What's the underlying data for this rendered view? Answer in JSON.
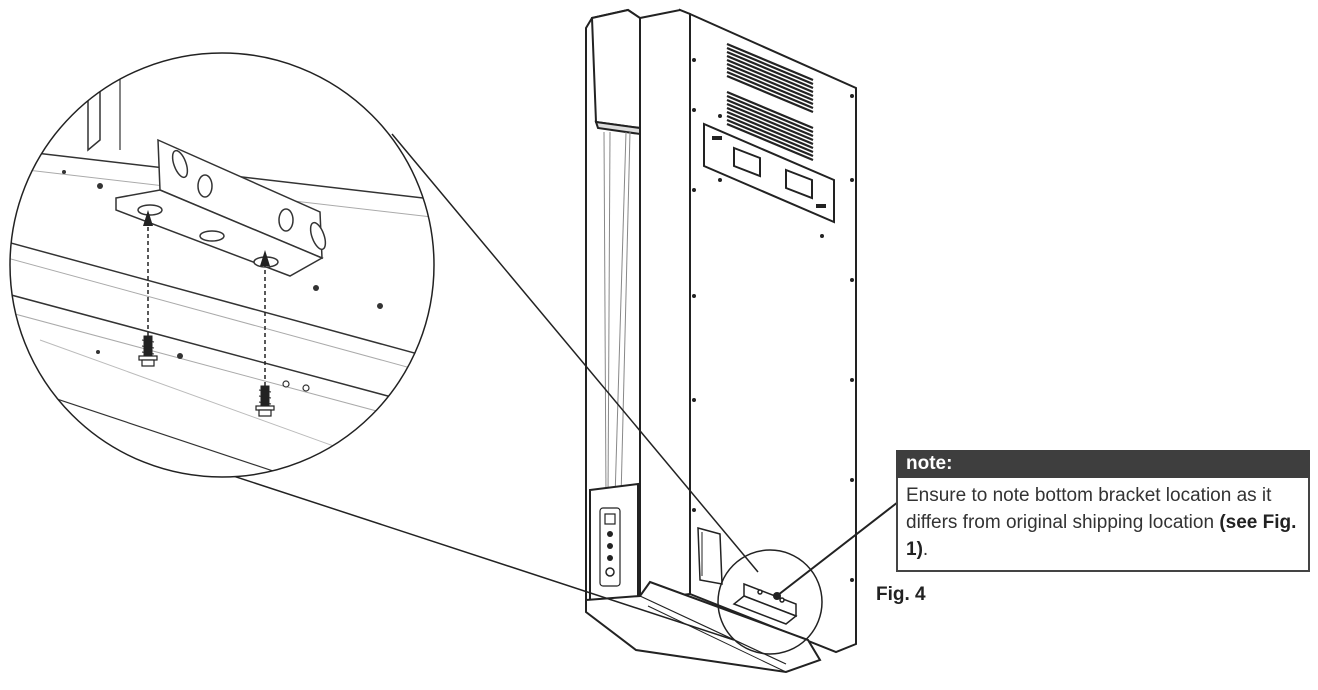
{
  "note": {
    "title": "note:",
    "text_1": "Ensure to note bottom bracket location as it differs from original shipping location ",
    "text_ref": "(see Fig. 1)",
    "text_2": "."
  },
  "figure_label": "Fig. 4",
  "colors": {
    "line": "#222222",
    "note_header_bg": "#3e3e3e",
    "note_border": "#444444"
  }
}
